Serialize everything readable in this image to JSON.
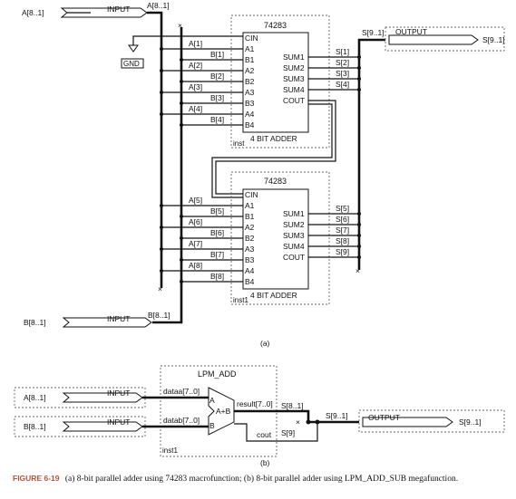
{
  "panel_a": {
    "input_a": {
      "pin": "A[8..1]",
      "label": "INPUT",
      "bus": "A[8..1]"
    },
    "input_b": {
      "pin": "B[8..1]",
      "label": "INPUT",
      "bus": "B[8..1]"
    },
    "output": {
      "bus": "S[9..1]",
      "label": "OUTPUT",
      "pin": "S[9..1]"
    },
    "gnd": "GND",
    "chip1": {
      "part": "74283",
      "caption": "4 BIT ADDER",
      "inst": "inst",
      "left_pins": [
        "CIN",
        "A1",
        "B1",
        "A2",
        "B2",
        "A3",
        "B3",
        "A4",
        "B4"
      ],
      "right_pins": [
        "SUM1",
        "SUM2",
        "SUM3",
        "SUM4",
        "COUT"
      ],
      "wire_labels": [
        "A[1]",
        "B[1]",
        "A[2]",
        "B[2]",
        "A[3]",
        "B[3]",
        "A[4]",
        "B[4]"
      ],
      "out_labels": [
        "S[1]",
        "S[2]",
        "S[3]",
        "S[4]"
      ]
    },
    "chip2": {
      "part": "74283",
      "caption": "4 BIT ADDER",
      "inst": "inst1",
      "left_pins": [
        "CIN",
        "A1",
        "B1",
        "A2",
        "B2",
        "A3",
        "B3",
        "A4",
        "B4"
      ],
      "right_pins": [
        "SUM1",
        "SUM2",
        "SUM3",
        "SUM4",
        "COUT"
      ],
      "wire_labels": [
        "A[5]",
        "B[5]",
        "A[6]",
        "B[6]",
        "A[7]",
        "B[7]",
        "A[8]",
        "B[8]"
      ],
      "out_labels": [
        "S[5]",
        "S[6]",
        "S[7]",
        "S[8]",
        "S[9]"
      ]
    },
    "sublabel": "(a)"
  },
  "panel_b": {
    "module": "LPM_ADD",
    "inst": "inst1",
    "input_a": {
      "pin": "A[8..1]",
      "label": "INPUT"
    },
    "input_b": {
      "pin": "B[8..1]",
      "label": "INPUT"
    },
    "port_a": "dataa[7..0]",
    "port_b": "datab[7..0]",
    "adder_a": "A",
    "adder_b": "B",
    "adder_op": "A+B",
    "result": "result[7..0]",
    "cout": "cout",
    "result_bus": "S[8..1]",
    "carry": "S[9]",
    "output_bus": "S[9..1]",
    "output": {
      "label": "OUTPUT",
      "pin": "S[9..1]"
    },
    "sublabel": "(b)"
  },
  "caption": {
    "figure": "FIGURE 6-19",
    "text": "(a) 8-bit parallel adder using 74283 macrofunction; (b) 8-bit parallel adder using LPM_ADD_SUB megafunction."
  }
}
